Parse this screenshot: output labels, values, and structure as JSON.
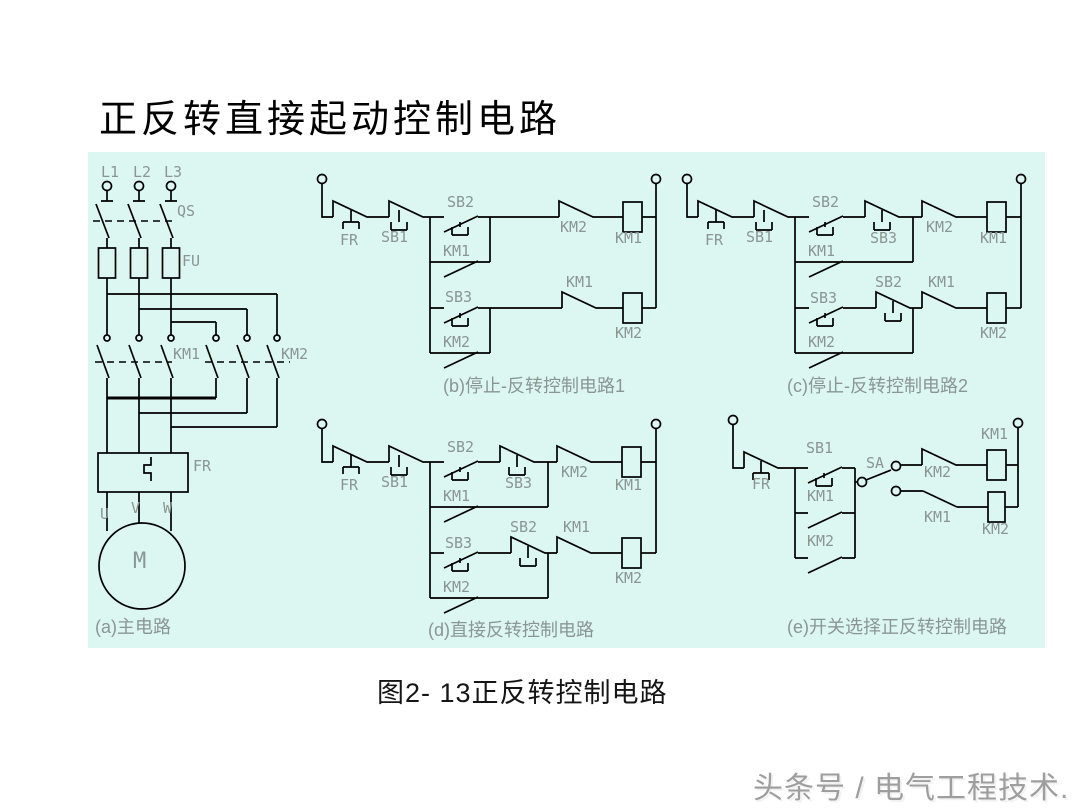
{
  "title": "正反转直接起动控制电路",
  "figure_caption": "图2- 13正反转控制电路",
  "watermark": "头条号 / 电气工程技术.",
  "colors": {
    "panel_bg": "#dcf6f2",
    "wire": "#000000",
    "label_gray": "#8b9693",
    "caption_black": "#151515",
    "watermark_gray": "#9e9e9e"
  },
  "circuits": {
    "a": {
      "caption": "(a)主电路",
      "labels": {
        "l1": "L1",
        "l2": "L2",
        "l3": "L3",
        "qs": "QS",
        "fu": "FU",
        "km1": "KM1",
        "km2": "KM2",
        "fr": "FR",
        "u": "U",
        "v": "V",
        "w": "W",
        "m": "M"
      }
    },
    "b": {
      "caption": "(b)停止-反转控制电路1",
      "labels": {
        "fr": "FR",
        "sb1": "SB1",
        "sb2": "SB2",
        "km1_hold": "KM1",
        "km2_nc": "KM2",
        "km1_coil": "KM1",
        "sb3": "SB3",
        "km2_hold": "KM2",
        "km1_nc": "KM1",
        "km2_coil": "KM2"
      }
    },
    "c": {
      "caption": "(c)停止-反转控制电路2",
      "labels": {
        "fr": "FR",
        "sb1": "SB1",
        "sb2": "SB2",
        "km1_hold": "KM1",
        "sb3_nc": "SB3",
        "km2_nc": "KM2",
        "km1_coil": "KM1",
        "sb3": "SB3",
        "km2_hold": "KM2",
        "sb2_nc": "SB2",
        "km1_nc": "KM1",
        "km2_coil": "KM2"
      }
    },
    "d": {
      "caption": "(d)直接反转控制电路",
      "labels": {
        "fr": "FR",
        "sb1": "SB1",
        "sb2": "SB2",
        "km1_hold": "KM1",
        "sb3_nc": "SB3",
        "km2_nc": "KM2",
        "km1_coil": "KM1",
        "sb3": "SB3",
        "km2_hold": "KM2",
        "sb2_nc": "SB2",
        "km1_nc": "KM1",
        "km2_coil": "KM2"
      }
    },
    "e": {
      "caption": "(e)开关选择正反转控制电路",
      "labels": {
        "fr": "FR",
        "sb1": "SB1",
        "km1_hold": "KM1",
        "km2_hold": "KM2",
        "sa": "SA",
        "km2_nc": "KM2",
        "km1_coil": "KM1",
        "km1_nc": "KM1",
        "km2_coil": "KM2"
      }
    }
  }
}
